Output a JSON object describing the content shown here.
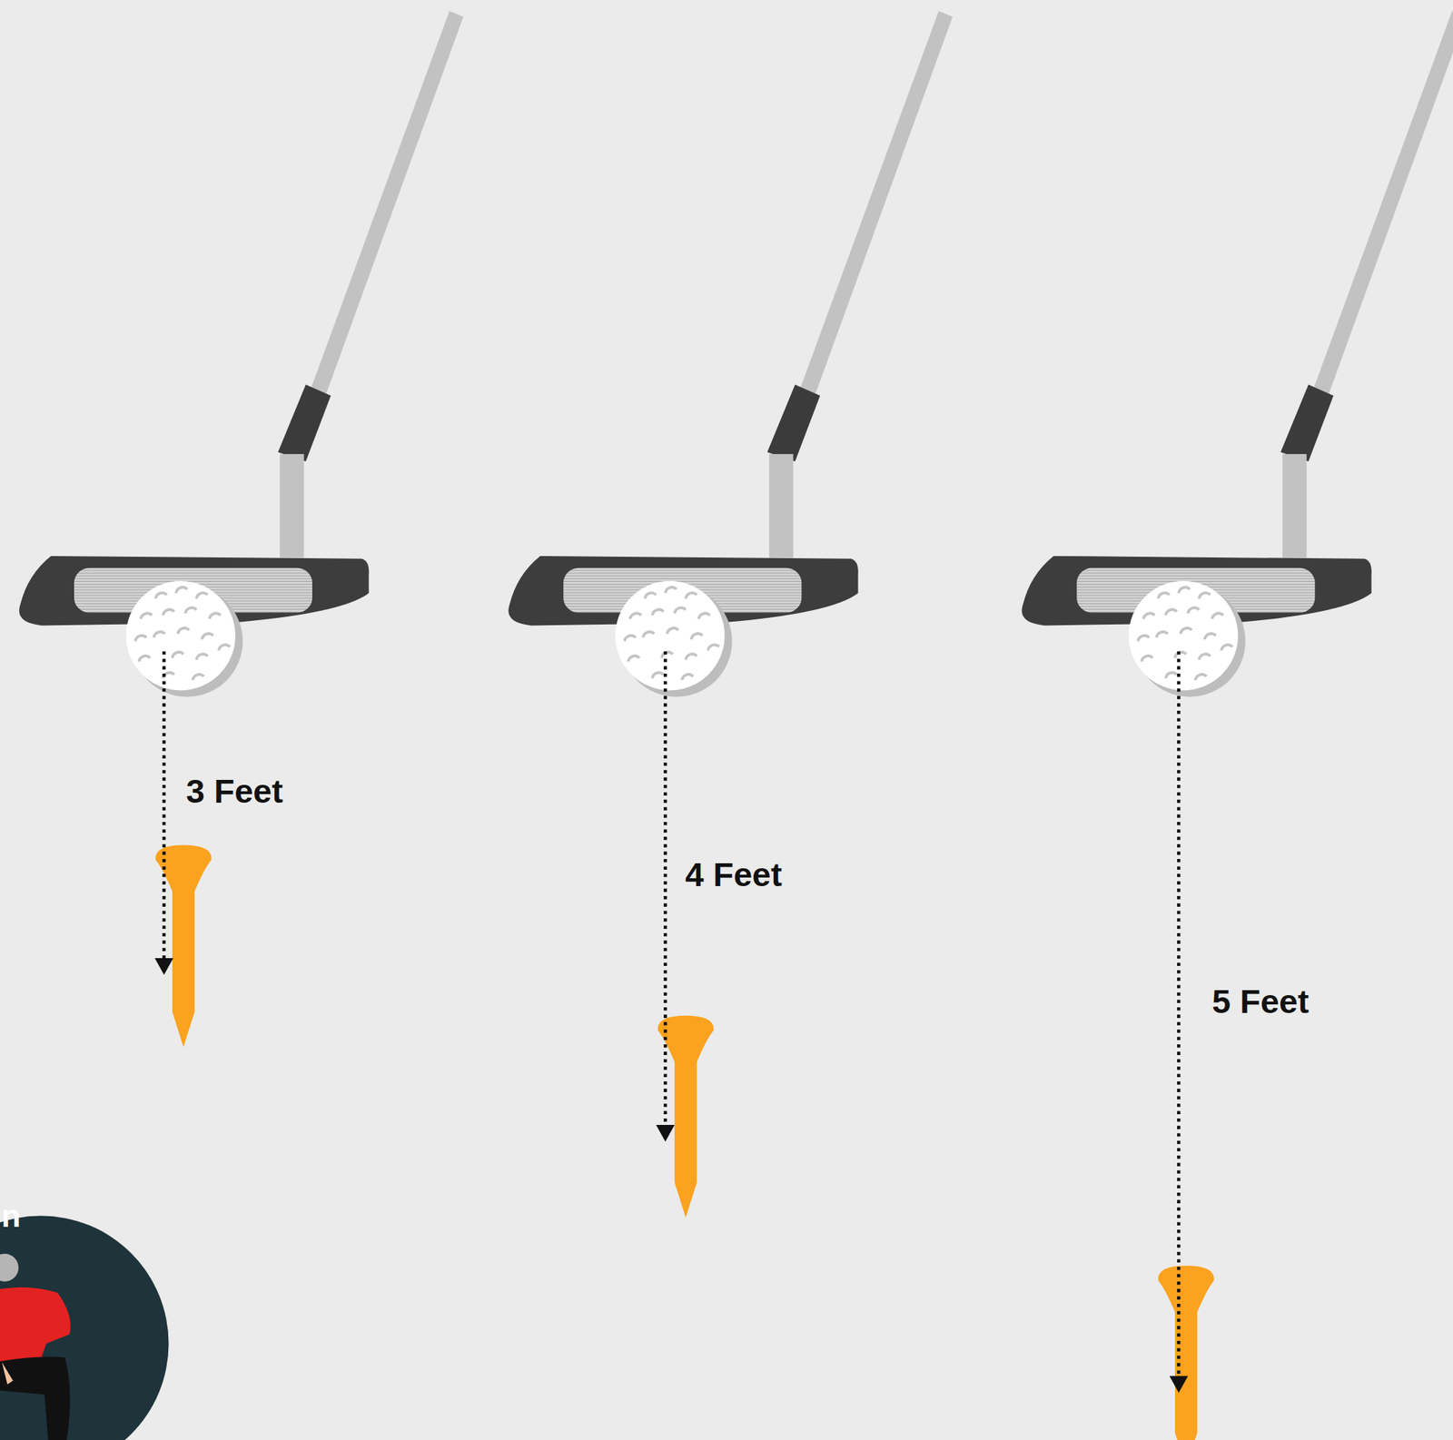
{
  "diagram": {
    "labels": [
      "3 Feet",
      "4 Feet",
      "5 Feet",
      "n"
    ]
  }
}
